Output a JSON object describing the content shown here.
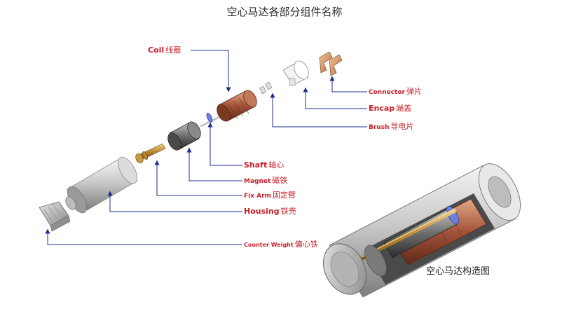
{
  "title": "空心马达各部分组件名称",
  "labels": {
    "coil": {
      "en": "Coil",
      "zh": "线圈"
    },
    "connector": {
      "en": "Connector",
      "zh": "弹片"
    },
    "encap": {
      "en": "Encap",
      "zh": "端盖"
    },
    "brush": {
      "en": "Brush",
      "zh": "导电片"
    },
    "shaft": {
      "en": "Shaft",
      "zh": "轴心"
    },
    "magnet": {
      "en": "Magnet",
      "zh": "磁铁"
    },
    "fix_arm": {
      "en": "Fix Arm",
      "zh": "固定臂"
    },
    "housing": {
      "en": "Housing",
      "zh": "铁壳"
    },
    "counter_weight": {
      "en": "Counter Weight",
      "zh": "偏心铁"
    }
  },
  "cutaway_caption": "空心马达构造图",
  "colors": {
    "label_red": "#c8202a",
    "leader_blue": "#1c2f8f"
  }
}
